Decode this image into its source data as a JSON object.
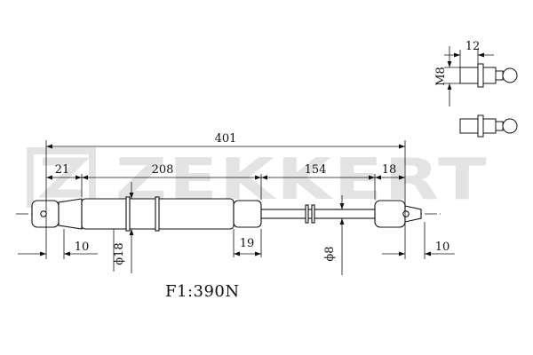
{
  "brand": {
    "watermark_text": "ZEKKERT",
    "watermark_color": "#e3e3e3"
  },
  "dimensions": {
    "overall_length": "401",
    "left_end": "21",
    "cylinder": "208",
    "rod": "154",
    "right_end": "18",
    "left_offset": "10",
    "right_offset": "10",
    "cylinder_diameter": "ϕ18",
    "collar": "19",
    "rod_diameter": "ϕ8",
    "thread_length": "12",
    "thread": "M8"
  },
  "force_label": "F1:390N",
  "colors": {
    "line": "#111111",
    "background": "#ffffff"
  }
}
